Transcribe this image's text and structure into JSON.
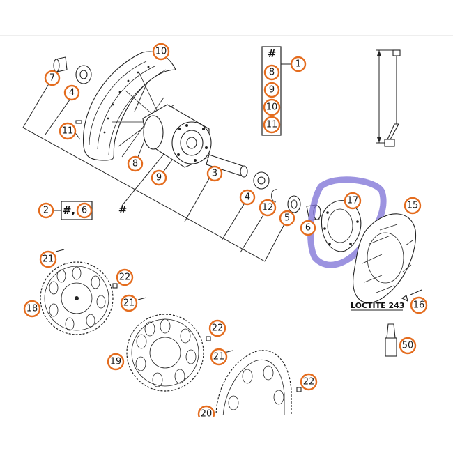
{
  "colors": {
    "callout": "#e46c1e",
    "highlight": "#7b6fd6",
    "ink": "#222222"
  },
  "callouts": [
    {
      "id": "c7",
      "label": "7"
    },
    {
      "id": "c4a",
      "label": "4"
    },
    {
      "id": "c10a",
      "label": "10"
    },
    {
      "id": "c11a",
      "label": "11"
    },
    {
      "id": "c8a",
      "label": "8"
    },
    {
      "id": "c9a",
      "label": "9"
    },
    {
      "id": "c3",
      "label": "3"
    },
    {
      "id": "c4b",
      "label": "4"
    },
    {
      "id": "c12",
      "label": "12"
    },
    {
      "id": "c5",
      "label": "5"
    },
    {
      "id": "c6a",
      "label": "6"
    },
    {
      "id": "c17",
      "label": "17"
    },
    {
      "id": "c15",
      "label": "15"
    },
    {
      "id": "c2",
      "label": "2"
    },
    {
      "id": "c6b",
      "label": "6"
    },
    {
      "id": "c1",
      "label": "1"
    },
    {
      "id": "c8b",
      "label": "8"
    },
    {
      "id": "c9b",
      "label": "9"
    },
    {
      "id": "c10b",
      "label": "10"
    },
    {
      "id": "c11b",
      "label": "11"
    },
    {
      "id": "c21a",
      "label": "21"
    },
    {
      "id": "c22a",
      "label": "22"
    },
    {
      "id": "c21b",
      "label": "21"
    },
    {
      "id": "c18",
      "label": "18"
    },
    {
      "id": "c22b",
      "label": "22"
    },
    {
      "id": "c21c",
      "label": "21"
    },
    {
      "id": "c19",
      "label": "19"
    },
    {
      "id": "c22c",
      "label": "22"
    },
    {
      "id": "c20",
      "label": "20"
    },
    {
      "id": "c16",
      "label": "16"
    },
    {
      "id": "c50",
      "label": "50"
    }
  ],
  "labels": {
    "kit_hash": "#",
    "hash_wheel": "#",
    "hash_comma": "#,",
    "loctite": "LOCTITE 243"
  }
}
